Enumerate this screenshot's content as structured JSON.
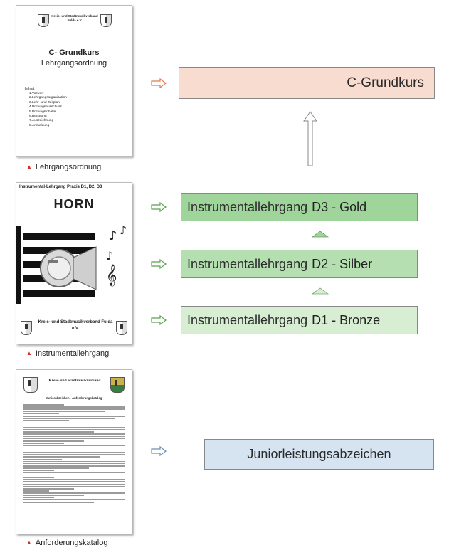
{
  "documents": {
    "lehrgangsordnung": {
      "association": "Kreis- und Stadtmusikverband Fulda e.V.",
      "title": "C- Grundkurs",
      "subtitle": "Lehrgangsordnung",
      "toc_heading": "Inhalt",
      "toc_items": [
        "1.Vorwort",
        "2.Lehrgangsorganisation",
        "3.Lehr- und Zeitplan",
        "4.Prüfungsausschuss",
        "5.Prüfungsinhalte",
        "6.Benotung",
        "7.Auszeichnung",
        "8.Anmeldung"
      ],
      "caption": "Lehrgangsordnung"
    },
    "instrumental": {
      "header": "Instrumental-Lehrgang Praxis D1, D2, D3",
      "instrument": "HORN",
      "association": "Kreis- und Stadtmusikverband Fulda e.V.",
      "caption": "Instrumentallehrgang"
    },
    "katalog": {
      "association": "Kreis- und Stadtmusikverband",
      "heading": "Juniorabzeichen - Anforderungskatalog",
      "caption": "Anforderungskatalog"
    }
  },
  "boxes": {
    "c_grundkurs": "C-Grundkurs",
    "d3": {
      "main": "Instrumentallehrgang",
      "level": "D3 - Gold"
    },
    "d2": {
      "main": "Instrumentallehrgang",
      "level": "D2 - Silber"
    },
    "d1": {
      "main": "Instrumentallehrgang",
      "level": "D1 - Bronze"
    },
    "junior": "Juniorleistungsabzeichen"
  },
  "colors": {
    "c_grundkurs_fill": "#f8dccf",
    "d3_fill": "#9fd49a",
    "d2_fill": "#b6dfb1",
    "d1_fill": "#d7eed3",
    "junior_fill": "#d6e4f2",
    "caption_marker": "#d32f2f"
  }
}
